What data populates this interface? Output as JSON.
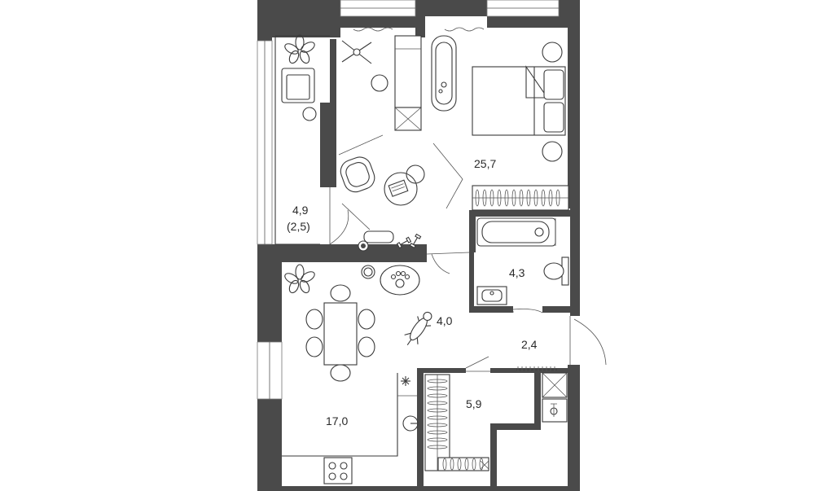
{
  "floor_plan": {
    "rooms": [
      {
        "id": "bedroom",
        "area": "25,7"
      },
      {
        "id": "balcony",
        "area": "4,9",
        "area_reduced": "(2,5)"
      },
      {
        "id": "bathroom",
        "area": "4,3"
      },
      {
        "id": "hall",
        "area": "4,0"
      },
      {
        "id": "entry",
        "area": "2,4"
      },
      {
        "id": "kitchen",
        "area": "17,0"
      },
      {
        "id": "storage",
        "area": "5,9"
      }
    ],
    "icons": [
      "plant-icon",
      "armchair-icon",
      "ceiling-fan-icon",
      "side-table-icon",
      "tall-cabinet-icon",
      "bathtub-icon",
      "double-bed-icon",
      "pillow-icon",
      "nightstand-icon",
      "lounge-chair-icon",
      "round-table-icon",
      "laptop-icon",
      "robot-vacuum-icon",
      "dumbbell-icon",
      "yoga-mat-icon",
      "wardrobe-icon",
      "shower-bathtub-icon",
      "sink-icon",
      "toilet-icon",
      "dog-icon",
      "pet-bed-icon",
      "pet-bowl-icon",
      "dining-table-icon",
      "dining-chair-icon",
      "kitchen-counter-icon",
      "cooktop-icon",
      "kitchen-sink-icon",
      "radiator-icon",
      "water-heater-icon",
      "door-icon"
    ]
  }
}
